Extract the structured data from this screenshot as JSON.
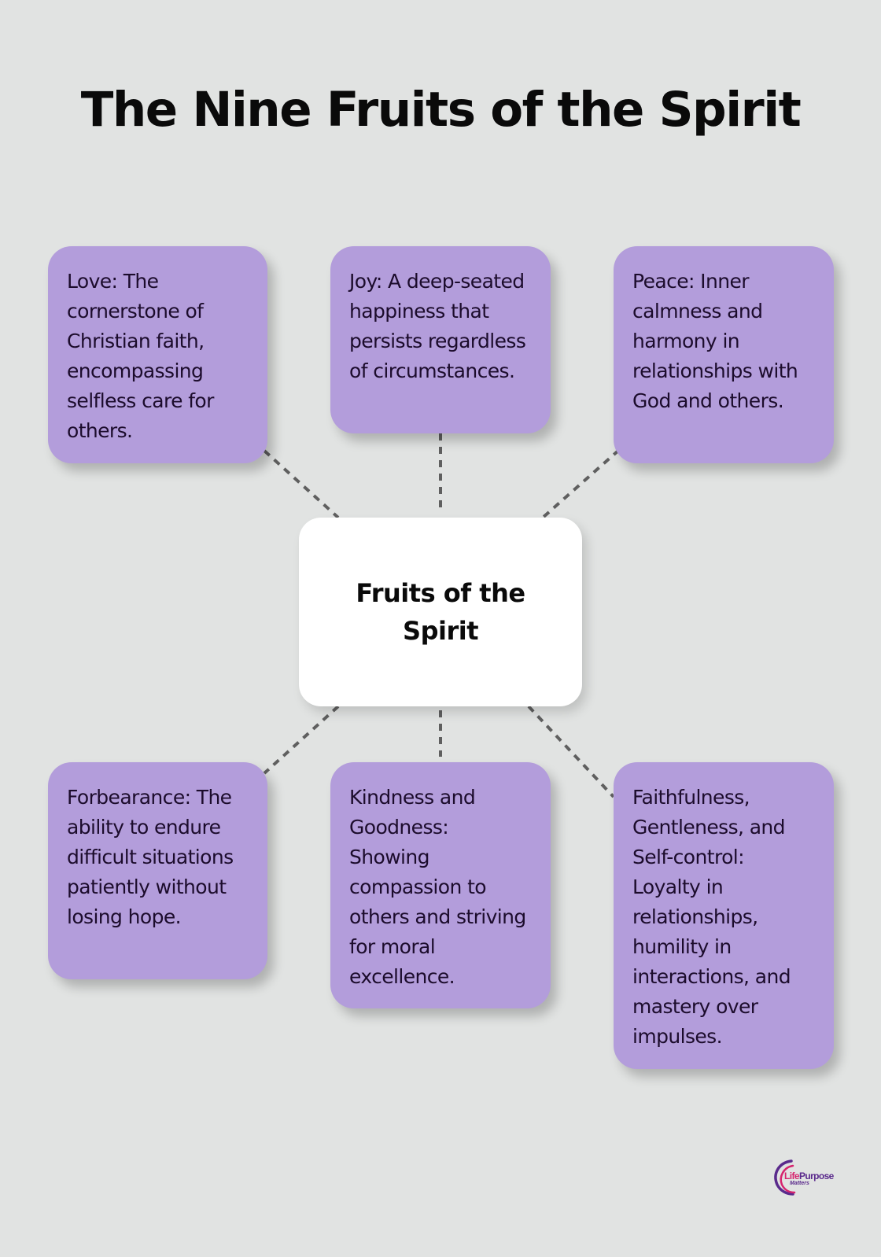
{
  "title": "The Nine Fruits of the Spirit",
  "center": {
    "label": "Fruits of the Spirit"
  },
  "cards": [
    {
      "position": "top-left",
      "text": "Love: The cornerstone of Christian faith, encompassing selfless care for others."
    },
    {
      "position": "top-center",
      "text": "Joy: A deep-seated happiness that persists regardless of circumstances."
    },
    {
      "position": "top-right",
      "text": "Peace: Inner calmness and harmony in relationships with God and others."
    },
    {
      "position": "bottom-left",
      "text": "Forbearance: The ability to endure difficult situations patiently without losing hope."
    },
    {
      "position": "bottom-center",
      "text": "Kindness and Goodness: Showing compassion to others and striving for moral excellence."
    },
    {
      "position": "bottom-right",
      "text": "Faithfulness, Gentleness, and Self-control: Loyalty in relationships, humility in interactions, and mastery over impulses."
    }
  ],
  "logo": {
    "brand_first": "Life",
    "brand_second": "Purpose",
    "tagline": "Matters"
  },
  "colors": {
    "background": "#e1e3e2",
    "card": "#b39ddb",
    "center": "#ffffff",
    "connector": "#5f5f5f",
    "logo_primary": "#5a2a8c",
    "logo_accent": "#d6246e"
  }
}
